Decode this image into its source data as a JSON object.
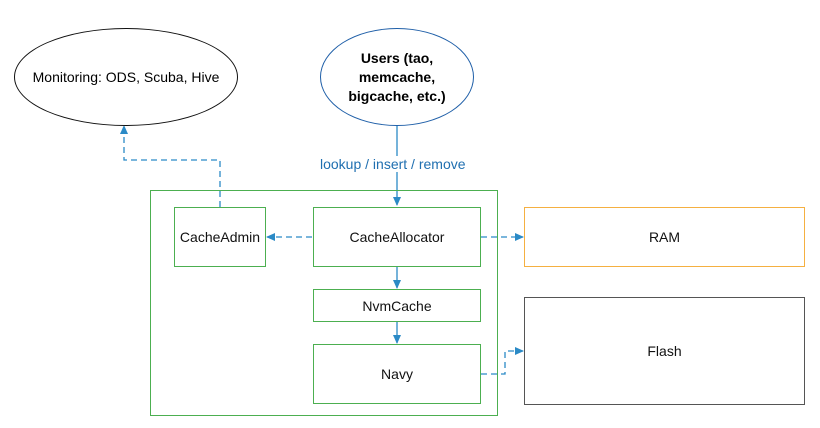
{
  "colors": {
    "arrow": "#2b8ac6",
    "box_border": "#4caf50",
    "ram_border": "#f5b041",
    "flash_border": "#555555",
    "users_border": "#1f5fa8",
    "label_text": "#1f6fb0"
  },
  "nodes": {
    "monitoring": "Monitoring: ODS, Scuba, Hive",
    "users": "Users (tao,\nmemcache,\nbigcache, etc.)",
    "cache_admin": "CacheAdmin",
    "cache_allocator": "CacheAllocator",
    "nvm_cache": "NvmCache",
    "navy": "Navy",
    "ram": "RAM",
    "flash": "Flash"
  },
  "edges": {
    "users_to_allocator_label": "lookup / insert / remove"
  }
}
